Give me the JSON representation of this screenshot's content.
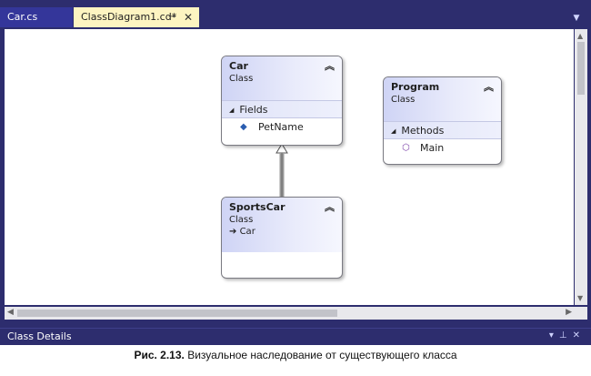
{
  "tabs": [
    {
      "label": "Car.cs",
      "active": false
    },
    {
      "label": "ClassDiagram1.cd*",
      "active": true,
      "pin_icon": "pin-icon",
      "close_icon": "close-icon"
    }
  ],
  "diagram": {
    "classes": [
      {
        "name": "Car",
        "kind": "Class",
        "sections": [
          {
            "title": "Fields",
            "members": [
              {
                "name": "PetName",
                "icon": "field-icon"
              }
            ]
          }
        ]
      },
      {
        "name": "Program",
        "kind": "Class",
        "sections": [
          {
            "title": "Methods",
            "members": [
              {
                "name": "Main",
                "icon": "private-method-icon"
              }
            ]
          }
        ]
      },
      {
        "name": "SportsCar",
        "kind": "Class",
        "base": "Car",
        "sections": []
      }
    ],
    "relations": [
      {
        "type": "inheritance",
        "from": "SportsCar",
        "to": "Car"
      }
    ]
  },
  "class_details": {
    "title": "Class Details"
  },
  "caption": {
    "label": "Рис. 2.13.",
    "text": "Визуальное наследование от существующего класса"
  },
  "colors": {
    "frame": "#2d2d6e",
    "active_tab": "#fdf4c1",
    "shape_header": "#cfd4f5"
  }
}
